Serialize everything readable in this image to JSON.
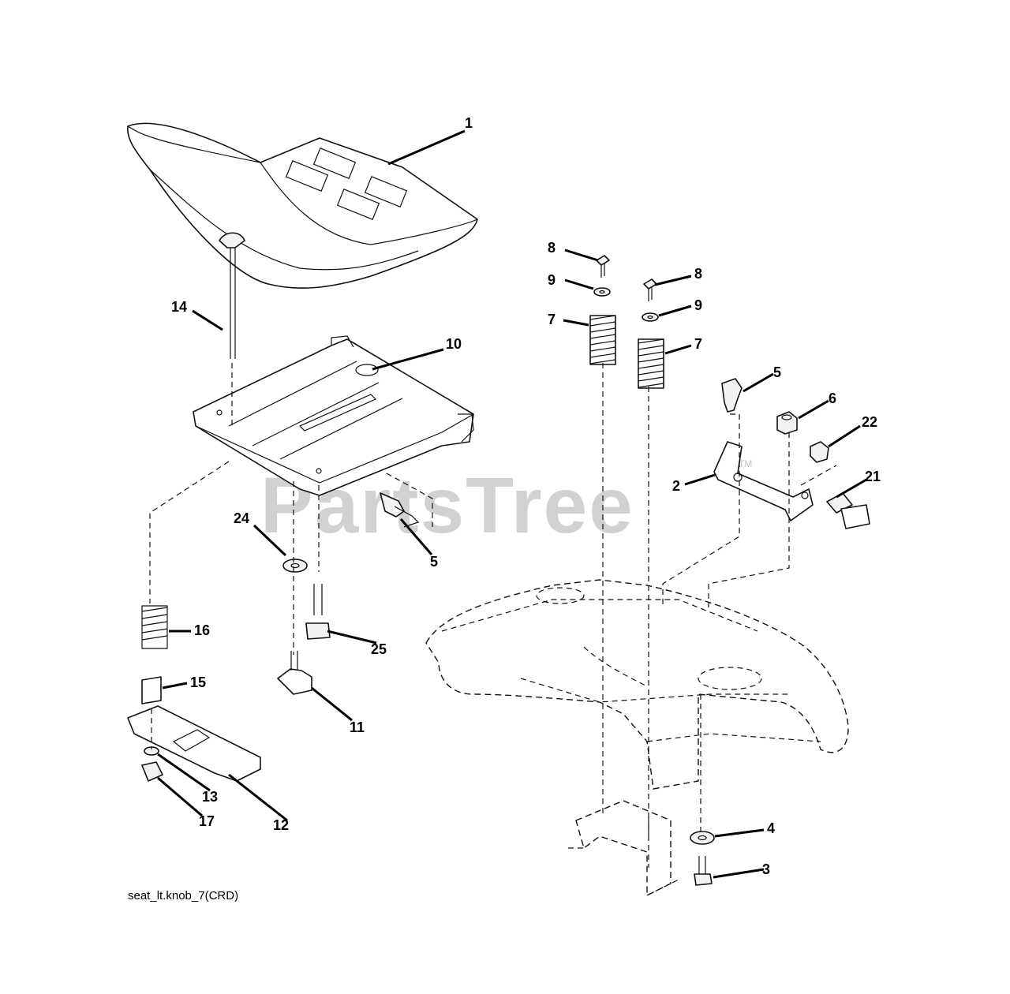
{
  "watermark": {
    "text": "PartsTree",
    "mark": "TM"
  },
  "caption": "seat_lt.knob_7(CRD)",
  "callouts": [
    {
      "id": "c1",
      "label": "1"
    },
    {
      "id": "c14",
      "label": "14"
    },
    {
      "id": "c10",
      "label": "10"
    },
    {
      "id": "c8a",
      "label": "8"
    },
    {
      "id": "c8b",
      "label": "8"
    },
    {
      "id": "c9a",
      "label": "9"
    },
    {
      "id": "c9b",
      "label": "9"
    },
    {
      "id": "c7a",
      "label": "7"
    },
    {
      "id": "c7b",
      "label": "7"
    },
    {
      "id": "c5a",
      "label": "5"
    },
    {
      "id": "c6",
      "label": "6"
    },
    {
      "id": "c22",
      "label": "22"
    },
    {
      "id": "c21",
      "label": "21"
    },
    {
      "id": "c2",
      "label": "2"
    },
    {
      "id": "c5b",
      "label": "5"
    },
    {
      "id": "c24",
      "label": "24"
    },
    {
      "id": "c25",
      "label": "25"
    },
    {
      "id": "c16",
      "label": "16"
    },
    {
      "id": "c15",
      "label": "15"
    },
    {
      "id": "c11",
      "label": "11"
    },
    {
      "id": "c13",
      "label": "13"
    },
    {
      "id": "c17",
      "label": "17"
    },
    {
      "id": "c12",
      "label": "12"
    },
    {
      "id": "c4",
      "label": "4"
    },
    {
      "id": "c3",
      "label": "3"
    }
  ]
}
